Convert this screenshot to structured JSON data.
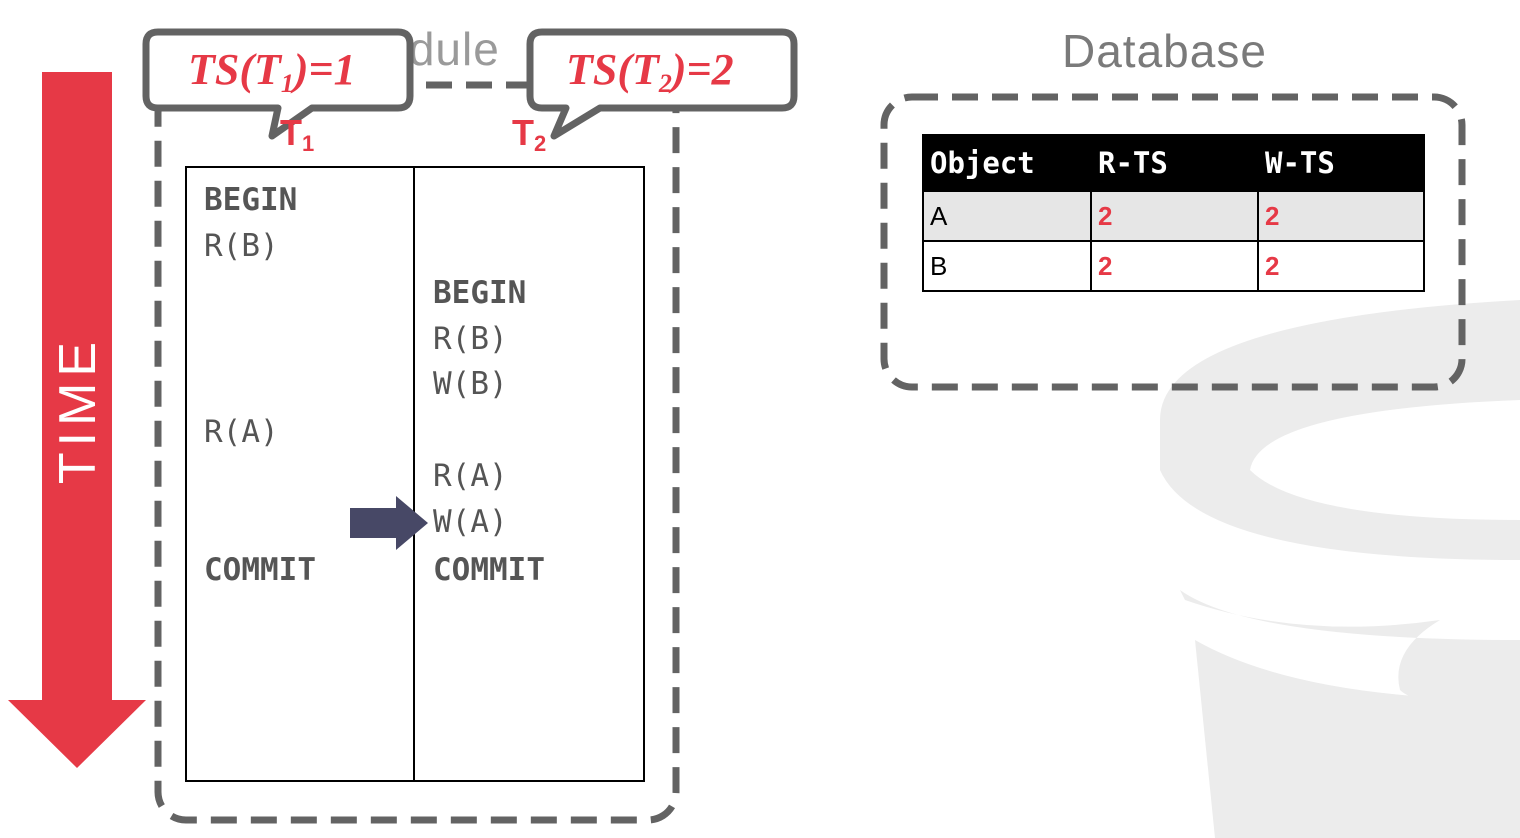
{
  "time_label": "TIME",
  "schedule": {
    "title": "Schedule",
    "txn1": {
      "name": "T",
      "sub": "1"
    },
    "txn2": {
      "name": "T",
      "sub": "2"
    },
    "t1_ops": [
      "BEGIN",
      "R(B)",
      "R(A)",
      "COMMIT"
    ],
    "t2_ops": [
      "BEGIN",
      "R(B)",
      "W(B)",
      "R(A)",
      "W(A)",
      "COMMIT"
    ]
  },
  "bubbles": {
    "b1": {
      "prefix": "TS(T",
      "sub": "1",
      "suffix": ")=1"
    },
    "b2": {
      "prefix": "TS(T",
      "sub": "2",
      "suffix": ")=2"
    }
  },
  "database": {
    "title": "Database",
    "columns": [
      "Object",
      "R-TS",
      "W-TS"
    ],
    "rows": [
      {
        "object": "A",
        "rts": "2",
        "wts": "2"
      },
      {
        "object": "B",
        "rts": "2",
        "wts": "2"
      }
    ]
  },
  "colors": {
    "accent_red": "#e63946",
    "pointer_arrow": "#474866",
    "dashed_border": "#636363"
  },
  "icons": {
    "time_arrow": "down-arrow-icon",
    "pointer": "right-arrow-icon",
    "watermark": "database-cylinder-icon"
  }
}
